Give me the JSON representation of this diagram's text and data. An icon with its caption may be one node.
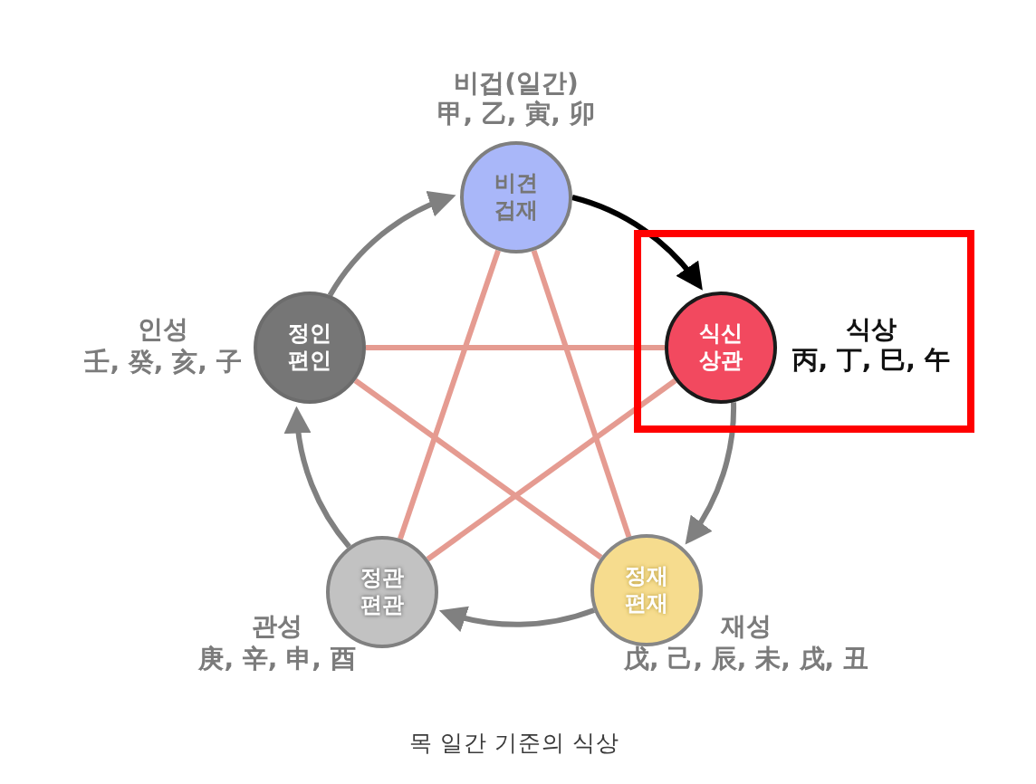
{
  "diagram": {
    "caption": "목 일간 기준의 식상",
    "nodes": [
      {
        "text": [
          "비견 겁재"
        ],
        "beside": [
          "비겁(일간)",
          "甲, 乙, 寅, 卯"
        ]
      },
      {
        "text": [
          "식상",
          "丙, 丁, 巳, 午"
        ]
      },
      {
        "text": [
          "식신 상관"
        ],
        "in": 1
      },
      {
        "text": [
          "정재 편재"
        ],
        "beside": [
          "재성",
          "戊, 己, 辰, 未, 戌, 丑"
        ]
      },
      {
        "text": [
          "정관 편관"
        ],
        "beside": [
          "관성",
          "庚, 辛, 申, 酉"
        ]
      },
      {
        "text": [
          "정인 편인"
        ],
        "beside": [
          "인성",
          "壬, 癸, 亥, 子"
        ]
      }
    ],
    "edges": [
      {
        "from": 0,
        "to": 2,
        "arrow": "to",
        "color": "#000000"
      },
      {
        "from": 2,
        "to": 3,
        "arrow": "to",
        "color": "#808080"
      },
      {
        "from": 3,
        "to": 4,
        "arrow": "to",
        "color": "#808080"
      },
      {
        "from": 4,
        "to": 5,
        "arrow": "to",
        "color": "#808080"
      },
      {
        "from": 5,
        "to": 0,
        "arrow": "to",
        "color": "#808080"
      },
      {
        "from": 0,
        "to": 3,
        "arrow": "none"
      },
      {
        "from": 0,
        "to": 4,
        "arrow": "none"
      },
      {
        "from": 5,
        "to": 2,
        "arrow": "none"
      },
      {
        "from": 5,
        "to": 3,
        "arrow": "none"
      },
      {
        "from": 2,
        "to": 4,
        "arrow": "none"
      }
    ]
  }
}
